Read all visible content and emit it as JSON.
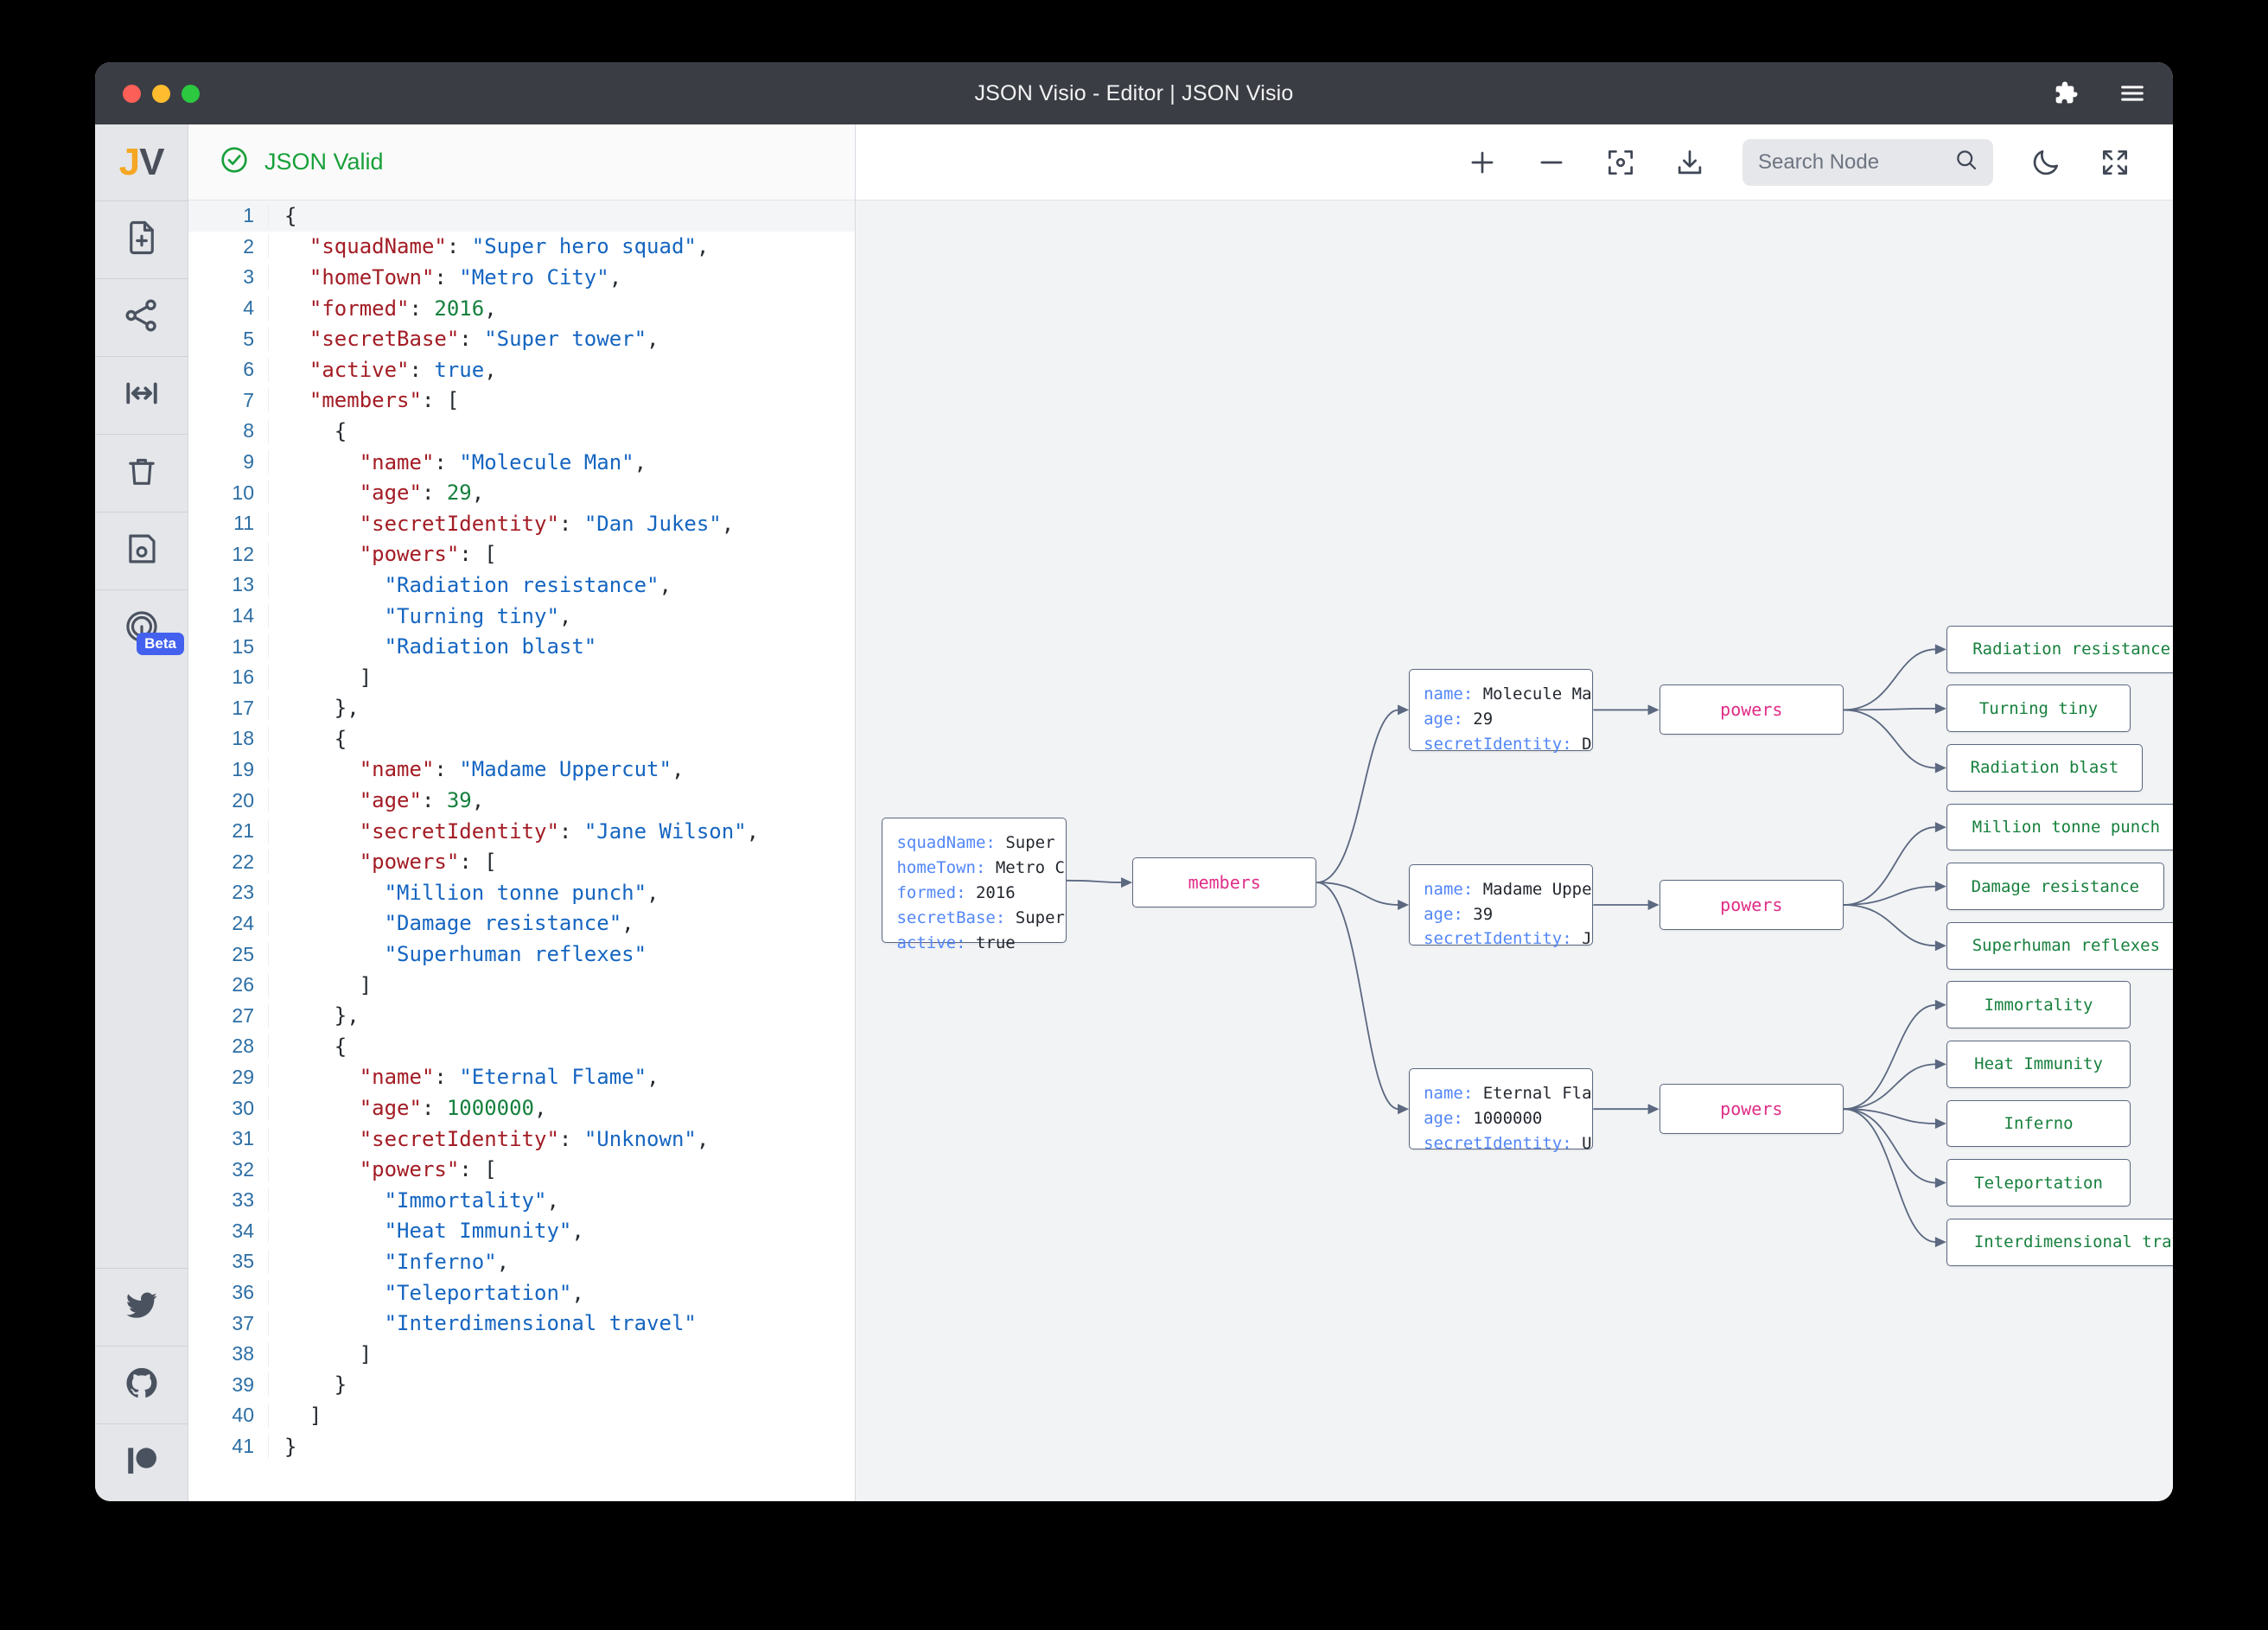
{
  "window": {
    "title": "JSON Visio - Editor | JSON Visio",
    "traffic_lights": [
      "close",
      "minimize",
      "maximize"
    ],
    "right_icons": [
      "puzzle-piece-icon",
      "hamburger-menu-icon"
    ]
  },
  "rail": {
    "logo_j": "J",
    "logo_v": "V",
    "items": [
      {
        "name": "new-file-icon",
        "label": "New file"
      },
      {
        "name": "share-graph-icon",
        "label": "Share"
      },
      {
        "name": "expand-width-icon",
        "label": "Expand"
      },
      {
        "name": "trash-icon",
        "label": "Delete"
      },
      {
        "name": "save-icon",
        "label": "Save"
      },
      {
        "name": "gauge-icon",
        "label": "Compare",
        "badge": "Beta"
      }
    ],
    "social": [
      {
        "name": "twitter-icon",
        "label": "Twitter"
      },
      {
        "name": "github-icon",
        "label": "GitHub"
      },
      {
        "name": "patreon-icon",
        "label": "Patreon"
      }
    ]
  },
  "editor": {
    "status_text": "JSON Valid",
    "status_icon": "check-circle-icon",
    "status_color": "#18a03a",
    "lines": [
      {
        "n": 1,
        "tokens": [
          {
            "t": "punc",
            "v": "{"
          }
        ]
      },
      {
        "n": 2,
        "tokens": [
          {
            "t": "key",
            "v": "  \"squadName\""
          },
          {
            "t": "punc",
            "v": ": "
          },
          {
            "t": "str",
            "v": "\"Super hero squad\""
          },
          {
            "t": "punc",
            "v": ","
          }
        ]
      },
      {
        "n": 3,
        "tokens": [
          {
            "t": "key",
            "v": "  \"homeTown\""
          },
          {
            "t": "punc",
            "v": ": "
          },
          {
            "t": "str",
            "v": "\"Metro City\""
          },
          {
            "t": "punc",
            "v": ","
          }
        ]
      },
      {
        "n": 4,
        "tokens": [
          {
            "t": "key",
            "v": "  \"formed\""
          },
          {
            "t": "punc",
            "v": ": "
          },
          {
            "t": "num",
            "v": "2016"
          },
          {
            "t": "punc",
            "v": ","
          }
        ]
      },
      {
        "n": 5,
        "tokens": [
          {
            "t": "key",
            "v": "  \"secretBase\""
          },
          {
            "t": "punc",
            "v": ": "
          },
          {
            "t": "str",
            "v": "\"Super tower\""
          },
          {
            "t": "punc",
            "v": ","
          }
        ]
      },
      {
        "n": 6,
        "tokens": [
          {
            "t": "key",
            "v": "  \"active\""
          },
          {
            "t": "punc",
            "v": ": "
          },
          {
            "t": "bool",
            "v": "true"
          },
          {
            "t": "punc",
            "v": ","
          }
        ]
      },
      {
        "n": 7,
        "tokens": [
          {
            "t": "key",
            "v": "  \"members\""
          },
          {
            "t": "punc",
            "v": ": ["
          }
        ]
      },
      {
        "n": 8,
        "tokens": [
          {
            "t": "guide",
            "v": "   "
          },
          {
            "t": "punc",
            "v": " {"
          }
        ]
      },
      {
        "n": 9,
        "tokens": [
          {
            "t": "guide",
            "v": "   "
          },
          {
            "t": "key",
            "v": "   \"name\""
          },
          {
            "t": "punc",
            "v": ": "
          },
          {
            "t": "str",
            "v": "\"Molecule Man\""
          },
          {
            "t": "punc",
            "v": ","
          }
        ]
      },
      {
        "n": 10,
        "tokens": [
          {
            "t": "guide",
            "v": "   "
          },
          {
            "t": "key",
            "v": "   \"age\""
          },
          {
            "t": "punc",
            "v": ": "
          },
          {
            "t": "num",
            "v": "29"
          },
          {
            "t": "punc",
            "v": ","
          }
        ]
      },
      {
        "n": 11,
        "tokens": [
          {
            "t": "guide",
            "v": "   "
          },
          {
            "t": "key",
            "v": "   \"secretIdentity\""
          },
          {
            "t": "punc",
            "v": ": "
          },
          {
            "t": "str",
            "v": "\"Dan Jukes\""
          },
          {
            "t": "punc",
            "v": ","
          }
        ]
      },
      {
        "n": 12,
        "tokens": [
          {
            "t": "guide",
            "v": "   "
          },
          {
            "t": "key",
            "v": "   \"powers\""
          },
          {
            "t": "punc",
            "v": ": ["
          }
        ]
      },
      {
        "n": 13,
        "tokens": [
          {
            "t": "guide",
            "v": "   "
          },
          {
            "t": "str",
            "v": "     \"Radiation resistance\""
          },
          {
            "t": "punc",
            "v": ","
          }
        ]
      },
      {
        "n": 14,
        "tokens": [
          {
            "t": "guide",
            "v": "   "
          },
          {
            "t": "str",
            "v": "     \"Turning tiny\""
          },
          {
            "t": "punc",
            "v": ","
          }
        ]
      },
      {
        "n": 15,
        "tokens": [
          {
            "t": "guide",
            "v": "   "
          },
          {
            "t": "str",
            "v": "     \"Radiation blast\""
          }
        ]
      },
      {
        "n": 16,
        "tokens": [
          {
            "t": "guide",
            "v": "   "
          },
          {
            "t": "punc",
            "v": "   ]"
          }
        ]
      },
      {
        "n": 17,
        "tokens": [
          {
            "t": "guide",
            "v": "   "
          },
          {
            "t": "punc",
            "v": " },"
          }
        ]
      },
      {
        "n": 18,
        "tokens": [
          {
            "t": "guide",
            "v": "   "
          },
          {
            "t": "punc",
            "v": " {"
          }
        ]
      },
      {
        "n": 19,
        "tokens": [
          {
            "t": "guide",
            "v": "   "
          },
          {
            "t": "key",
            "v": "   \"name\""
          },
          {
            "t": "punc",
            "v": ": "
          },
          {
            "t": "str",
            "v": "\"Madame Uppercut\""
          },
          {
            "t": "punc",
            "v": ","
          }
        ]
      },
      {
        "n": 20,
        "tokens": [
          {
            "t": "guide",
            "v": "   "
          },
          {
            "t": "key",
            "v": "   \"age\""
          },
          {
            "t": "punc",
            "v": ": "
          },
          {
            "t": "num",
            "v": "39"
          },
          {
            "t": "punc",
            "v": ","
          }
        ]
      },
      {
        "n": 21,
        "tokens": [
          {
            "t": "guide",
            "v": "   "
          },
          {
            "t": "key",
            "v": "   \"secretIdentity\""
          },
          {
            "t": "punc",
            "v": ": "
          },
          {
            "t": "str",
            "v": "\"Jane Wilson\""
          },
          {
            "t": "punc",
            "v": ","
          }
        ]
      },
      {
        "n": 22,
        "tokens": [
          {
            "t": "guide",
            "v": "   "
          },
          {
            "t": "key",
            "v": "   \"powers\""
          },
          {
            "t": "punc",
            "v": ": ["
          }
        ]
      },
      {
        "n": 23,
        "tokens": [
          {
            "t": "guide",
            "v": "   "
          },
          {
            "t": "str",
            "v": "     \"Million tonne punch\""
          },
          {
            "t": "punc",
            "v": ","
          }
        ]
      },
      {
        "n": 24,
        "tokens": [
          {
            "t": "guide",
            "v": "   "
          },
          {
            "t": "str",
            "v": "     \"Damage resistance\""
          },
          {
            "t": "punc",
            "v": ","
          }
        ]
      },
      {
        "n": 25,
        "tokens": [
          {
            "t": "guide",
            "v": "   "
          },
          {
            "t": "str",
            "v": "     \"Superhuman reflexes\""
          }
        ]
      },
      {
        "n": 26,
        "tokens": [
          {
            "t": "guide",
            "v": "   "
          },
          {
            "t": "punc",
            "v": "   ]"
          }
        ]
      },
      {
        "n": 27,
        "tokens": [
          {
            "t": "guide",
            "v": "   "
          },
          {
            "t": "punc",
            "v": " },"
          }
        ]
      },
      {
        "n": 28,
        "tokens": [
          {
            "t": "guide",
            "v": "   "
          },
          {
            "t": "punc",
            "v": " {"
          }
        ]
      },
      {
        "n": 29,
        "tokens": [
          {
            "t": "guide",
            "v": "   "
          },
          {
            "t": "key",
            "v": "   \"name\""
          },
          {
            "t": "punc",
            "v": ": "
          },
          {
            "t": "str",
            "v": "\"Eternal Flame\""
          },
          {
            "t": "punc",
            "v": ","
          }
        ]
      },
      {
        "n": 30,
        "tokens": [
          {
            "t": "guide",
            "v": "   "
          },
          {
            "t": "key",
            "v": "   \"age\""
          },
          {
            "t": "punc",
            "v": ": "
          },
          {
            "t": "num",
            "v": "1000000"
          },
          {
            "t": "punc",
            "v": ","
          }
        ]
      },
      {
        "n": 31,
        "tokens": [
          {
            "t": "guide",
            "v": "   "
          },
          {
            "t": "key",
            "v": "   \"secretIdentity\""
          },
          {
            "t": "punc",
            "v": ": "
          },
          {
            "t": "str",
            "v": "\"Unknown\""
          },
          {
            "t": "punc",
            "v": ","
          }
        ]
      },
      {
        "n": 32,
        "tokens": [
          {
            "t": "guide",
            "v": "   "
          },
          {
            "t": "key",
            "v": "   \"powers\""
          },
          {
            "t": "punc",
            "v": ": ["
          }
        ]
      },
      {
        "n": 33,
        "tokens": [
          {
            "t": "guide",
            "v": "   "
          },
          {
            "t": "str",
            "v": "     \"Immortality\""
          },
          {
            "t": "punc",
            "v": ","
          }
        ]
      },
      {
        "n": 34,
        "tokens": [
          {
            "t": "guide",
            "v": "   "
          },
          {
            "t": "str",
            "v": "     \"Heat Immunity\""
          },
          {
            "t": "punc",
            "v": ","
          }
        ]
      },
      {
        "n": 35,
        "tokens": [
          {
            "t": "guide",
            "v": "   "
          },
          {
            "t": "str",
            "v": "     \"Inferno\""
          },
          {
            "t": "punc",
            "v": ","
          }
        ]
      },
      {
        "n": 36,
        "tokens": [
          {
            "t": "guide",
            "v": "   "
          },
          {
            "t": "str",
            "v": "     \"Teleportation\""
          },
          {
            "t": "punc",
            "v": ","
          }
        ]
      },
      {
        "n": 37,
        "tokens": [
          {
            "t": "guide",
            "v": "   "
          },
          {
            "t": "str",
            "v": "     \"Interdimensional travel\""
          }
        ]
      },
      {
        "n": 38,
        "tokens": [
          {
            "t": "guide",
            "v": "   "
          },
          {
            "t": "punc",
            "v": "   ]"
          }
        ]
      },
      {
        "n": 39,
        "tokens": [
          {
            "t": "guide",
            "v": "   "
          },
          {
            "t": "punc",
            "v": " }"
          }
        ]
      },
      {
        "n": 40,
        "tokens": [
          {
            "t": "punc",
            "v": "  ]"
          }
        ]
      },
      {
        "n": 41,
        "tokens": [
          {
            "t": "punc",
            "v": "}"
          }
        ]
      }
    ]
  },
  "graph_toolbar": {
    "zoom_in_icon": "plus-icon",
    "zoom_out_icon": "minus-icon",
    "center_icon": "center-focus-icon",
    "download_icon": "download-icon",
    "search_placeholder": "Search Node",
    "search_value": "",
    "search_icon": "magnifier-icon",
    "dark_mode_icon": "moon-icon",
    "fullscreen_icon": "fullscreen-icon"
  },
  "graph": {
    "root_node": {
      "rows": [
        {
          "key": "squadName",
          "value": "Super hero…"
        },
        {
          "key": "homeTown",
          "value": "Metro City"
        },
        {
          "key": "formed",
          "value": "2016"
        },
        {
          "key": "secretBase",
          "value": "Super tow…"
        },
        {
          "key": "active",
          "value": "true"
        }
      ]
    },
    "members_node": {
      "label": "members"
    },
    "member_nodes": [
      {
        "rows": [
          {
            "key": "name",
            "value": "Molecule Man"
          },
          {
            "key": "age",
            "value": "29"
          },
          {
            "key": "secretIdentity",
            "value": "Dan J…"
          }
        ]
      },
      {
        "rows": [
          {
            "key": "name",
            "value": "Madame Uppercut"
          },
          {
            "key": "age",
            "value": "39"
          },
          {
            "key": "secretIdentity",
            "value": "Jane …"
          }
        ]
      },
      {
        "rows": [
          {
            "key": "name",
            "value": "Eternal Flame"
          },
          {
            "key": "age",
            "value": "1000000"
          },
          {
            "key": "secretIdentity",
            "value": "Unkno…"
          }
        ]
      }
    ],
    "powers_nodes": [
      {
        "label": "powers"
      },
      {
        "label": "powers"
      },
      {
        "label": "powers"
      }
    ],
    "leaf_nodes": [
      {
        "label": "Radiation resistance"
      },
      {
        "label": "Turning tiny"
      },
      {
        "label": "Radiation blast"
      },
      {
        "label": "Million tonne punch"
      },
      {
        "label": "Damage resistance"
      },
      {
        "label": "Superhuman reflexes"
      },
      {
        "label": "Immortality"
      },
      {
        "label": "Heat Immunity"
      },
      {
        "label": "Inferno"
      },
      {
        "label": "Teleportation"
      },
      {
        "label": "Interdimensional travel"
      }
    ],
    "colors": {
      "node_border": "#5b6880",
      "node_key": "#5286f7",
      "node_label": "#e02d87",
      "leaf_text": "#17803d",
      "edge": "#5b6880",
      "canvas_bg": "#f2f3f5"
    }
  }
}
